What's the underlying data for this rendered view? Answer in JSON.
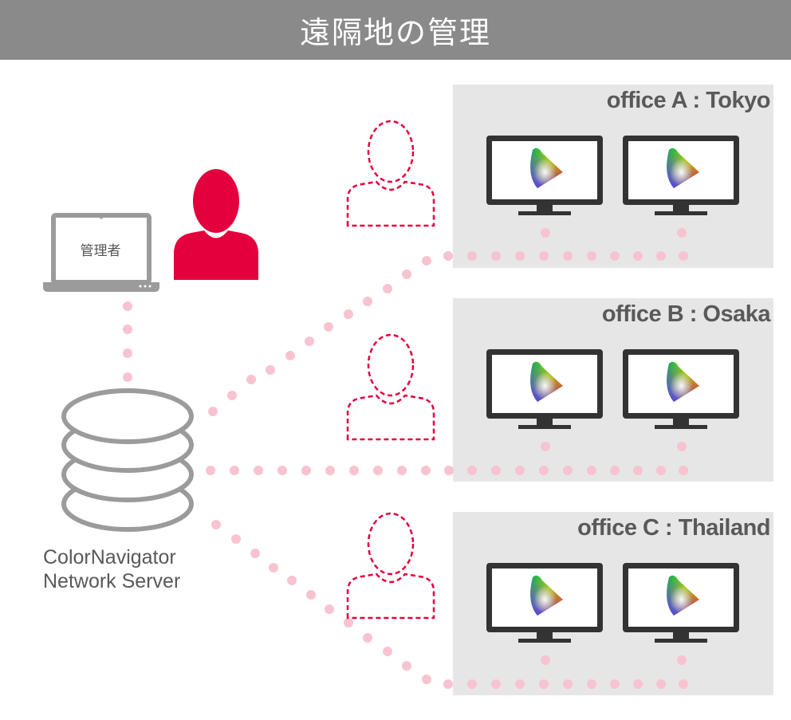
{
  "header": {
    "title": "遠隔地の管理"
  },
  "laptop": {
    "label": "管理者"
  },
  "server": {
    "label_line1": "ColorNavigator",
    "label_line2": "Network Server"
  },
  "offices": [
    {
      "title": "office A : Tokyo"
    },
    {
      "title": "office B : Osaka"
    },
    {
      "title": "office C : Thailand"
    }
  ],
  "colors": {
    "header_bg": "#8a8a8a",
    "accent_red": "#e4003c",
    "dot_pink": "#f8c3d0",
    "panel_bg": "#e6e6e6",
    "monitor_frame": "#333333",
    "server_outline": "#9b9b9b",
    "label_text": "#595959"
  },
  "icons": {
    "admin": "person-icon",
    "office_user": "person-outline-icon",
    "laptop": "laptop-icon",
    "server": "database-icon",
    "monitor": "monitor-icon",
    "gamut": "color-gamut-icon"
  }
}
